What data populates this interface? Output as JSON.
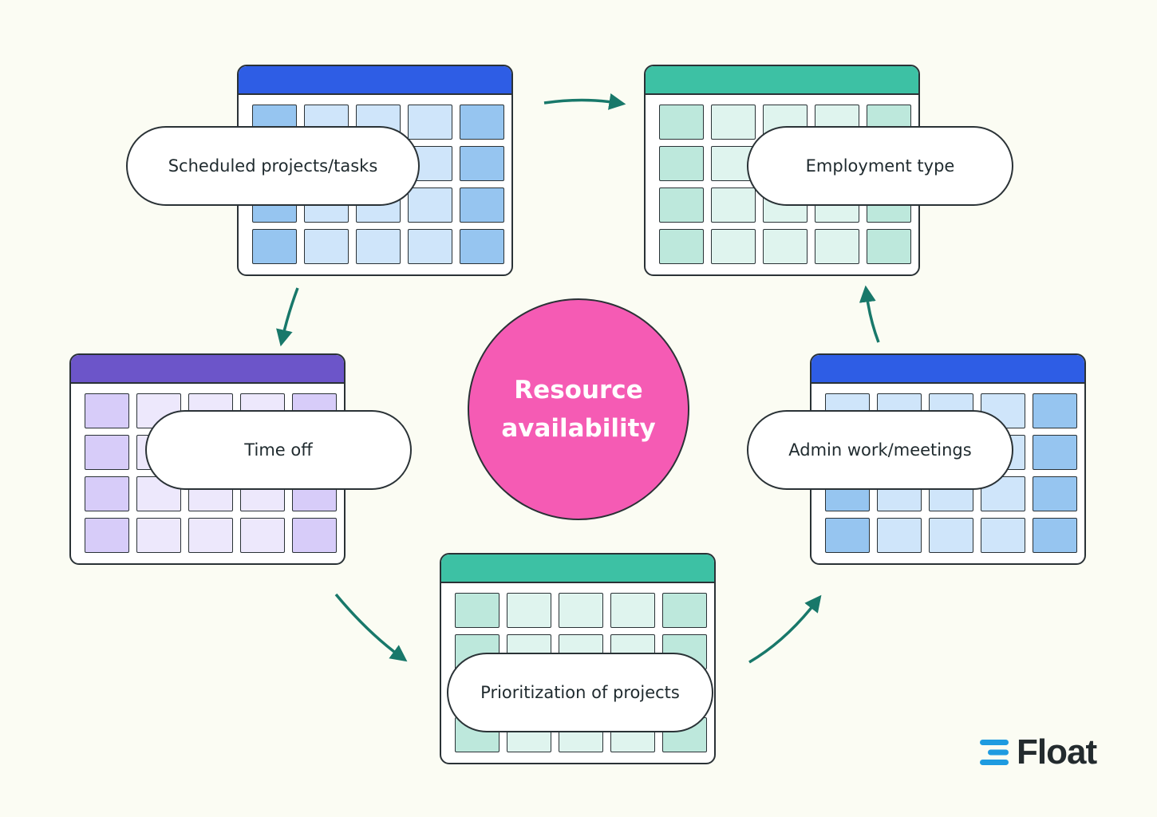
{
  "colors": {
    "background": "#FBFCF3",
    "center_fill": "#F55BB4",
    "arrow": "#18786A",
    "blue_header": "#2E5DE5",
    "blue_dark": "#96C5F0",
    "blue_light": "#CFE5FA",
    "green_header": "#3DC1A4",
    "green_dark": "#BDE8DC",
    "green_light": "#DFF4EE",
    "purple_header": "#6C55C9",
    "purple_dark": "#D7CCF9",
    "purple_light": "#EDE8FC",
    "logo_accent": "#1E9BE0"
  },
  "center": {
    "line1": "Resource",
    "line2": "availability"
  },
  "nodes": [
    {
      "label": "Scheduled projects/tasks",
      "theme": "blue"
    },
    {
      "label": "Employment type",
      "theme": "green"
    },
    {
      "label": "Admin work/meetings",
      "theme": "blue"
    },
    {
      "label": "Prioritization of projects",
      "theme": "green"
    },
    {
      "label": "Time off",
      "theme": "purple"
    }
  ],
  "logo": {
    "text": "Float",
    "icon": "float-logo-icon"
  }
}
